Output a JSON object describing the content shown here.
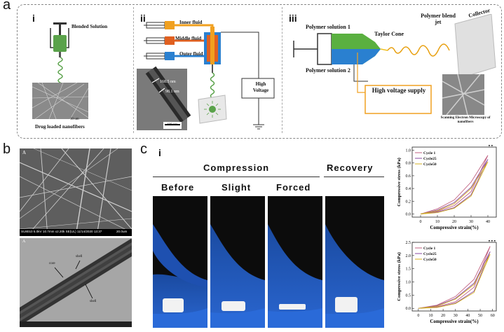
{
  "panel_a": {
    "letter": "a",
    "i": {
      "label": "i",
      "solution_label": "Blended Solution",
      "caption": "Drug loaded nanofibers",
      "scale_bar": "10 um"
    },
    "ii": {
      "label": "ii",
      "inner": "Inner fluid",
      "middle": "Middle fluid",
      "outer": "Outer fluid",
      "voltage": "High\nVoltage",
      "dim1": "168.5 nm",
      "dim2": "98.1 nm",
      "scale_bar": "100 nm"
    },
    "iii": {
      "label": "iii",
      "poly1": "Polymer solution 1",
      "poly2": "Polymer solution 2",
      "taylor": "Taylor Cone",
      "blend": "Polymer blend jet",
      "collector": "Collector",
      "hv": "High voltage supply",
      "sem": "Scanning Electron Microscopy of nanofibers"
    }
  },
  "panel_b": {
    "letter": "b",
    "sem_label": "A",
    "sem_info": "SU8010 5.0kV 10.7mm x2.20k SE(UL) 11/14/2020 13:37",
    "sem_scale": "20.0um",
    "tem_label": "A",
    "tem_core": "core",
    "tem_shell1": "shell",
    "tem_shell2": "shell"
  },
  "panel_c": {
    "letter": "c",
    "i": {
      "label": "i",
      "compression": "Compression",
      "recovery": "Recovery",
      "states": [
        "Before",
        "Slight",
        "Forced"
      ]
    },
    "ii": {
      "label": "ii"
    },
    "iii": {
      "label": "iii"
    }
  },
  "chart_data": [
    {
      "type": "line",
      "title": "",
      "xlabel": "Compressive strain(%)",
      "ylabel": "Compressive stress (kPa)",
      "xlim": [
        -5,
        45
      ],
      "ylim": [
        -0.05,
        1.05
      ],
      "xticks": [
        0,
        10,
        20,
        30,
        40
      ],
      "yticks": [
        0.0,
        0.2,
        0.4,
        0.6,
        0.8,
        1.0
      ],
      "legend_position": "top-left",
      "series": [
        {
          "name": "Cycle 1",
          "color": "#c06080",
          "loading": [
            [
              0,
              0
            ],
            [
              10,
              0.08
            ],
            [
              20,
              0.22
            ],
            [
              30,
              0.5
            ],
            [
              40,
              0.92
            ]
          ],
          "unloading": [
            [
              40,
              0.92
            ],
            [
              30,
              0.35
            ],
            [
              20,
              0.13
            ],
            [
              10,
              0.04
            ],
            [
              0,
              0
            ]
          ]
        },
        {
          "name": "Cycle25",
          "color": "#8a4aa0",
          "loading": [
            [
              0,
              0
            ],
            [
              10,
              0.06
            ],
            [
              20,
              0.18
            ],
            [
              30,
              0.42
            ],
            [
              40,
              0.86
            ]
          ],
          "unloading": [
            [
              40,
              0.86
            ],
            [
              30,
              0.3
            ],
            [
              20,
              0.1
            ],
            [
              10,
              0.03
            ],
            [
              0,
              0
            ]
          ]
        },
        {
          "name": "Cycle50",
          "color": "#d4b020",
          "loading": [
            [
              0,
              0
            ],
            [
              10,
              0.05
            ],
            [
              20,
              0.16
            ],
            [
              30,
              0.4
            ],
            [
              40,
              0.82
            ]
          ],
          "unloading": [
            [
              40,
              0.82
            ],
            [
              30,
              0.28
            ],
            [
              20,
              0.09
            ],
            [
              10,
              0.02
            ],
            [
              0,
              0
            ]
          ]
        }
      ]
    },
    {
      "type": "line",
      "title": "",
      "xlabel": "Compressive strain(%)",
      "ylabel": "Compressive stress (kPa)",
      "xlim": [
        -5,
        63
      ],
      "ylim": [
        -0.1,
        2.5
      ],
      "xticks": [
        0,
        10,
        20,
        30,
        40,
        50,
        60
      ],
      "yticks": [
        0.0,
        0.5,
        1.0,
        1.5,
        2.0,
        2.5
      ],
      "legend_position": "top-left",
      "series": [
        {
          "name": "Cycle 1",
          "color": "#c06080",
          "loading": [
            [
              0,
              0
            ],
            [
              15,
              0.12
            ],
            [
              30,
              0.45
            ],
            [
              45,
              1.1
            ],
            [
              58,
              2.35
            ]
          ],
          "unloading": [
            [
              58,
              2.35
            ],
            [
              45,
              0.8
            ],
            [
              30,
              0.25
            ],
            [
              15,
              0.06
            ],
            [
              0,
              0
            ]
          ]
        },
        {
          "name": "Cycle25",
          "color": "#8a4aa0",
          "loading": [
            [
              0,
              0
            ],
            [
              15,
              0.1
            ],
            [
              30,
              0.38
            ],
            [
              45,
              0.95
            ],
            [
              58,
              2.15
            ]
          ],
          "unloading": [
            [
              58,
              2.15
            ],
            [
              45,
              0.65
            ],
            [
              30,
              0.2
            ],
            [
              15,
              0.04
            ],
            [
              0,
              0
            ]
          ]
        },
        {
          "name": "Cycle50",
          "color": "#d4b020",
          "loading": [
            [
              0,
              0
            ],
            [
              15,
              0.08
            ],
            [
              30,
              0.35
            ],
            [
              45,
              0.9
            ],
            [
              58,
              2.05
            ]
          ],
          "unloading": [
            [
              58,
              2.05
            ],
            [
              45,
              0.6
            ],
            [
              30,
              0.18
            ],
            [
              15,
              0.03
            ],
            [
              0,
              0
            ]
          ]
        }
      ]
    }
  ]
}
